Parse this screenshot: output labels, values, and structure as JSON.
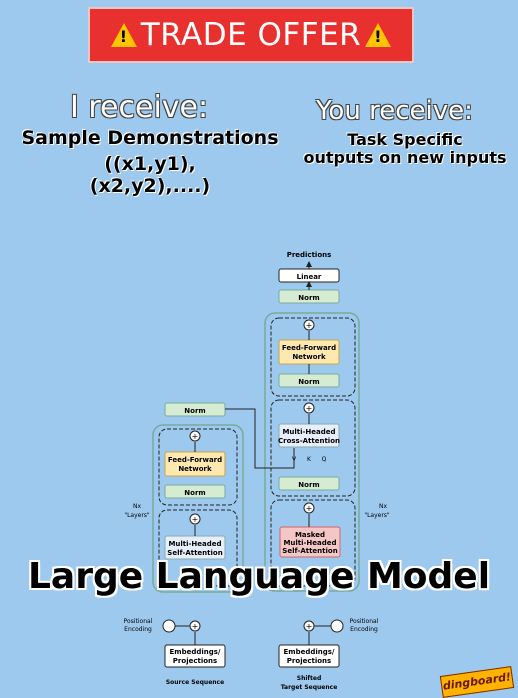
{
  "banner": {
    "text": "TRADE OFFER"
  },
  "left": {
    "heading": "I receive:",
    "line1": "Sample Demonstrations",
    "line2": "((x1,y1),(x2,y2),....)"
  },
  "right": {
    "heading": "You receive:",
    "line1": "Task Specific",
    "line2": "outputs on new inputs"
  },
  "diagram": {
    "predictions": "Predictions",
    "linear": "Linear",
    "norm": "Norm",
    "feed_forward_1": "Feed-Forward",
    "feed_forward_2": "Network",
    "mha_1": "Multi-Headed",
    "self_attention": "Self-Attention",
    "cross_attention": "Cross-Attention",
    "masked": "Masked",
    "nx_1": "Nx",
    "nx_2": "\"Layers\"",
    "positional_1": "Positional",
    "positional_2": "Encoding",
    "embeddings_1": "Embeddings/",
    "embeddings_2": "Projections",
    "source_sequence": "Source Sequence",
    "shifted": "Shifted",
    "target_sequence": "Target Sequence",
    "v": "V",
    "k": "K",
    "q": "Q",
    "plus": "+"
  },
  "caption": "Large Language Model",
  "watermark": "dingboard!"
}
